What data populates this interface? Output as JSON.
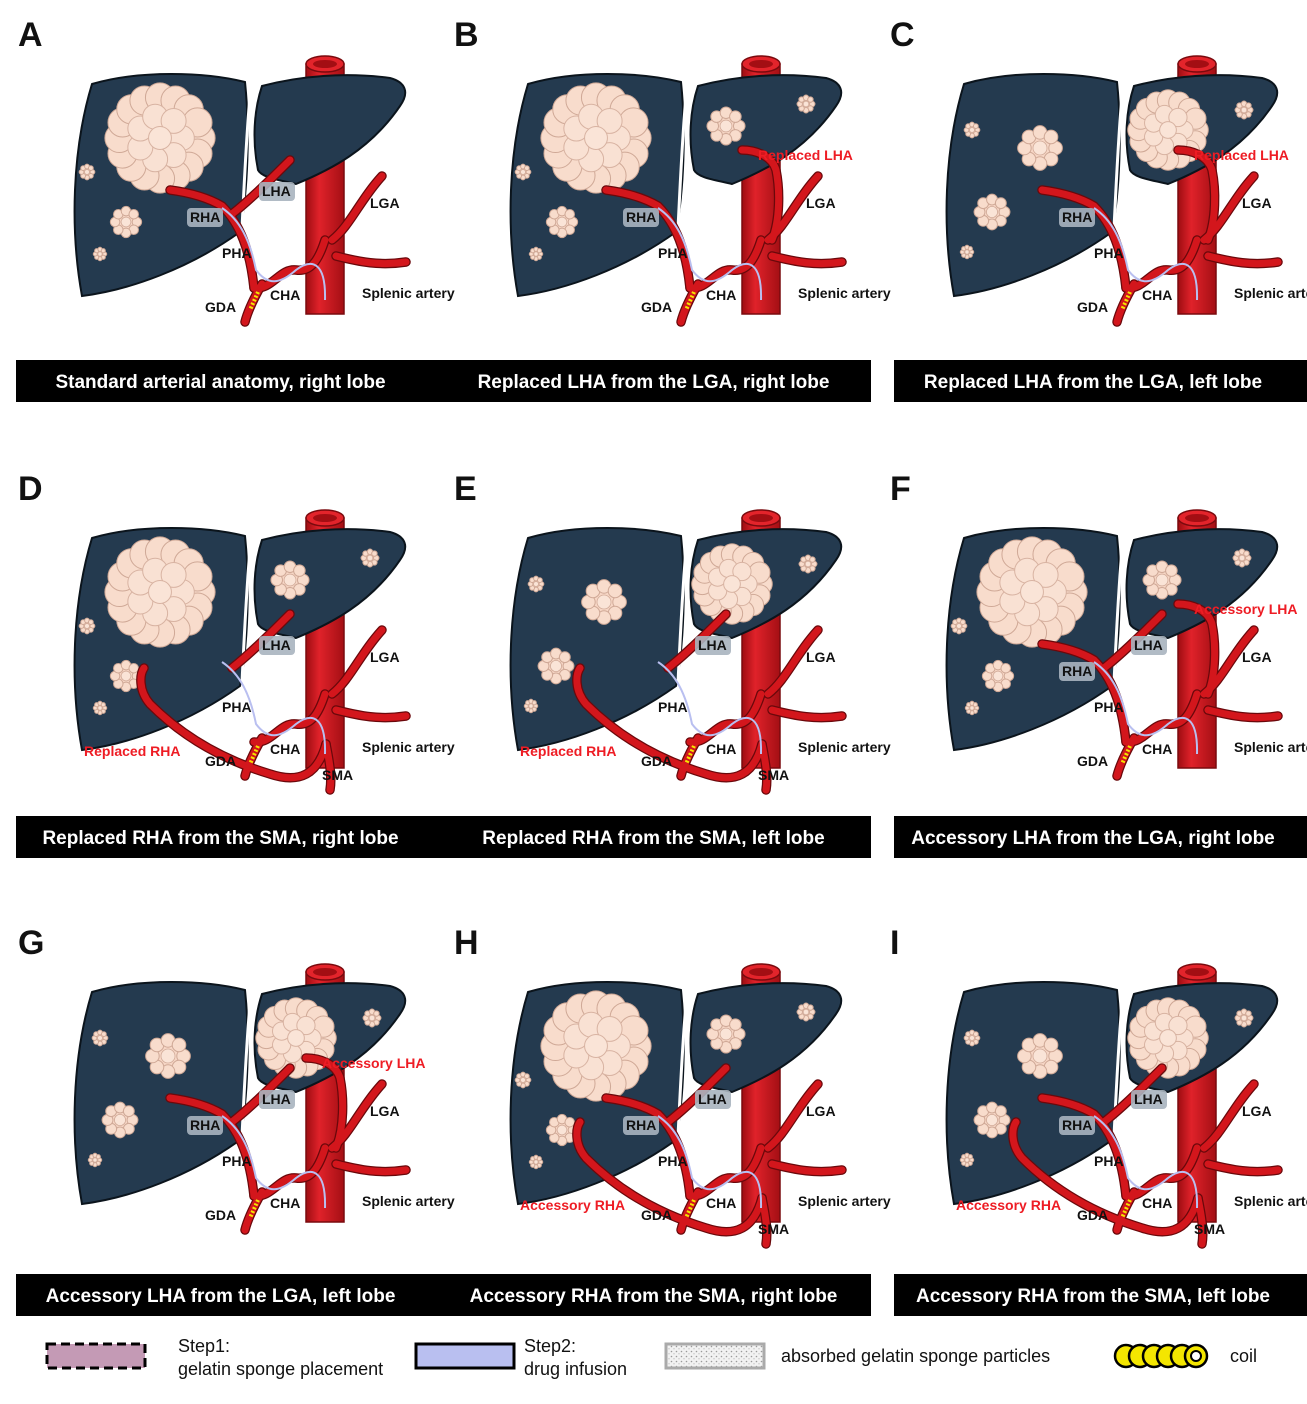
{
  "panels": [
    {
      "letter": "A",
      "caption": "Standard arterial anatomy, right lobe",
      "labels": {
        "lha": "LHA",
        "rha": "RHA",
        "pha": "PHA",
        "gda": "GDA",
        "cha": "CHA",
        "lga": "LGA",
        "splenic": "Splenic artery"
      }
    },
    {
      "letter": "B",
      "caption": "Replaced LHA from the LGA, right lobe",
      "labels": {
        "rha": "RHA",
        "pha": "PHA",
        "gda": "GDA",
        "cha": "CHA",
        "lga": "LGA",
        "splenic": "Splenic artery",
        "variant": "Replaced LHA"
      }
    },
    {
      "letter": "C",
      "caption": "Replaced LHA from the LGA, left lobe",
      "labels": {
        "rha": "RHA",
        "pha": "PHA",
        "gda": "GDA",
        "cha": "CHA",
        "lga": "LGA",
        "splenic": "Splenic artery",
        "variant": "Replaced LHA"
      }
    },
    {
      "letter": "D",
      "caption": "Replaced RHA from the SMA, right lobe",
      "labels": {
        "lha": "LHA",
        "pha": "PHA",
        "gda": "GDA",
        "cha": "CHA",
        "lga": "LGA",
        "splenic": "Splenic artery",
        "sma": "SMA",
        "variant": "Replaced RHA"
      }
    },
    {
      "letter": "E",
      "caption": "Replaced RHA from the SMA, left lobe",
      "labels": {
        "lha": "LHA",
        "pha": "PHA",
        "gda": "GDA",
        "cha": "CHA",
        "lga": "LGA",
        "splenic": "Splenic artery",
        "sma": "SMA",
        "variant": "Replaced RHA"
      }
    },
    {
      "letter": "F",
      "caption": "Accessory  LHA from the LGA, right lobe",
      "labels": {
        "lha": "LHA",
        "rha": "RHA",
        "pha": "PHA",
        "gda": "GDA",
        "cha": "CHA",
        "lga": "LGA",
        "splenic": "Splenic artery",
        "variant": "Accessory LHA"
      }
    },
    {
      "letter": "G",
      "caption": "Accessory  LHA from the LGA, left lobe",
      "labels": {
        "lha": "LHA",
        "rha": "RHA",
        "pha": "PHA",
        "gda": "GDA",
        "cha": "CHA",
        "lga": "LGA",
        "splenic": "Splenic artery",
        "variant": "Accessory LHA"
      }
    },
    {
      "letter": "H",
      "caption": "Accessory  RHA from the SMA, right lobe",
      "labels": {
        "lha": "LHA",
        "rha": "RHA",
        "pha": "PHA",
        "gda": "GDA",
        "cha": "CHA",
        "lga": "LGA",
        "splenic": "Splenic artery",
        "sma": "SMA",
        "variant": "Accessory RHA"
      }
    },
    {
      "letter": "I",
      "caption": "Accessory  RHA from the SMA, left lobe",
      "labels": {
        "lha": "LHA",
        "rha": "RHA",
        "pha": "PHA",
        "gda": "GDA",
        "cha": "CHA",
        "lga": "LGA",
        "splenic": "Splenic artery",
        "sma": "SMA",
        "variant": "Accessory RHA"
      }
    }
  ],
  "legend": {
    "step1_line1": "Step1:",
    "step1_line2": "gelatin sponge placement",
    "step2_line1": "Step2:",
    "step2_line2": "drug infusion",
    "sponge": "absorbed gelatin sponge particles",
    "coil": "coil"
  },
  "colors": {
    "liver": "#243a4f",
    "artery": "#d3161c",
    "tumor": "#f7d7c6",
    "caption_bg": "#000000",
    "variant_label": "#ee1c24",
    "catheter": "#b9bff0",
    "step1": "#c49ab5"
  }
}
